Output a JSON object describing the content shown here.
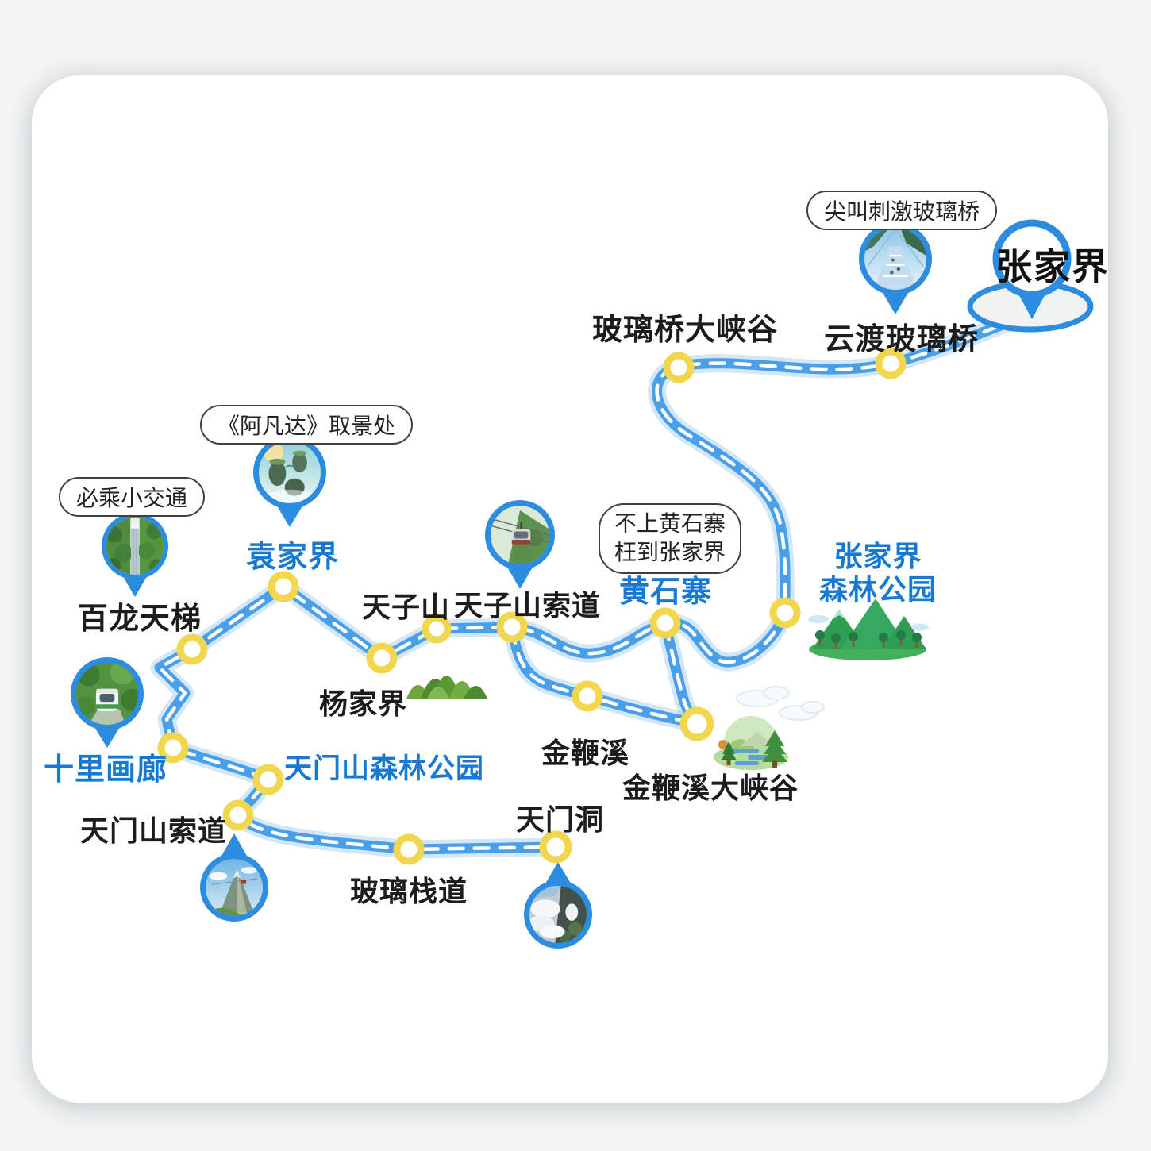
{
  "title": {
    "text": "张家界"
  },
  "callouts": {
    "scream": "尖叫刺激玻璃桥",
    "avatar": "《阿凡达》取景处",
    "shuttle": "必乘小交通",
    "huangshizhai_line1": "不上黄石寨",
    "huangshizhai_line2": "枉到张家界"
  },
  "labels": {
    "boliqiao_daxiagu": "玻璃桥大峡谷",
    "yundu_boliqiao": "云渡玻璃桥",
    "yuanjiajie": "袁家界",
    "bailong_tianti": "百龙天梯",
    "tianzishan": "天子山",
    "tianzishan_suodao": "天子山索道",
    "huangshizhai": "黄石寨",
    "zjj_forest_line1": "张家界",
    "zjj_forest_line2": "森林公园",
    "yangjiajie": "杨家界",
    "shili_hualang": "十里画廊",
    "tianmenshan_forest": "天门山森林公园",
    "jinbianxi": "金鞭溪",
    "jinbianxi_daxiagu": "金鞭溪大峡谷",
    "tianmendong": "天门洞",
    "boli_zhandao": "玻璃栈道",
    "tianmenshan_suodao": "天门山索道"
  },
  "icons": {
    "destination": "map-pin-outline-icon",
    "photo_pins": [
      "glass-bridge-photo-icon",
      "avatar-mountains-photo-icon",
      "bailong-elevator-photo-icon",
      "cable-car-photo-icon",
      "sightseeing-tram-photo-icon",
      "tianmen-mountain-photo-icon",
      "tianmen-cave-photo-icon"
    ],
    "scenery": [
      "forest-park-mountains-icon",
      "mountain-cluster-icon",
      "valley-lake-icon",
      "clouds-icon"
    ],
    "waypoint": "route-stop-ring-icon"
  },
  "colors": {
    "route_blue": "#4aa0e8",
    "route_dash": "#ffffff",
    "waypoint_yellow": "#f2d74e",
    "pin_blue": "#2b8ce0",
    "label_blue": "#1779d2",
    "text_black": "#1c1c1c",
    "card_bg": "#ffffff"
  }
}
